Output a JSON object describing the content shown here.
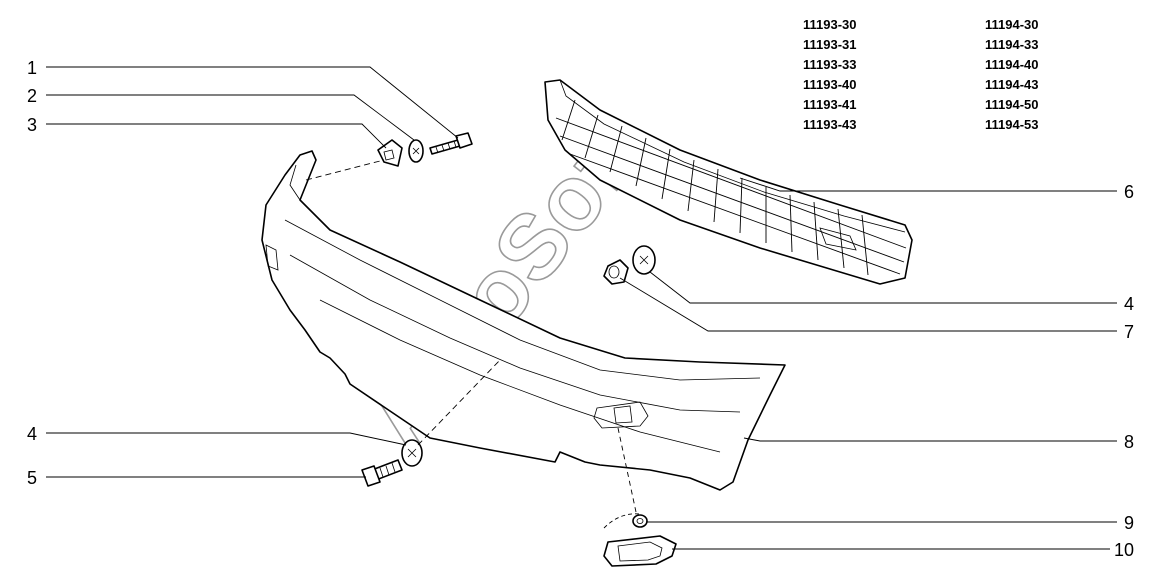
{
  "model_codes": {
    "left": [
      "11193-30",
      "11193-31",
      "11193-33",
      "11193-40",
      "11193-41",
      "11193-43"
    ],
    "right": [
      "11194-30",
      "11194-33",
      "11194-40",
      "11194-43",
      "11194-50",
      "11194-53"
    ]
  },
  "callouts": {
    "c1": "1",
    "c2": "2",
    "c3": "3",
    "c4_left": "4",
    "c5": "5",
    "c6": "6",
    "c4_right": "4",
    "c7": "7",
    "c8": "8",
    "c9": "9",
    "c10": "10"
  },
  "watermark": "AutoSoft"
}
